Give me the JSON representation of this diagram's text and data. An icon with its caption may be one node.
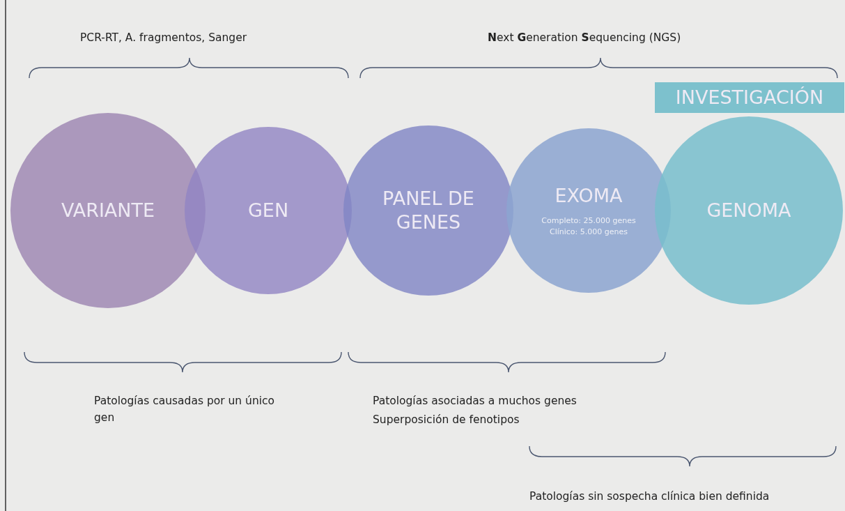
{
  "diagram": {
    "nodes": [
      {
        "text": [
          "VARIANTE"
        ]
      },
      {
        "text": [
          "GEN"
        ]
      },
      {
        "text": [
          "PANEL DE GENES"
        ]
      },
      {
        "text": [
          "EXOMA",
          "Completo: 25.000 genes",
          "Clínico: 5.000 genes"
        ]
      },
      {
        "text": [
          "GENOMA"
        ]
      },
      {
        "text": [
          "INVESTIGACIÓN"
        ]
      }
    ],
    "edges": [],
    "labels": [
      "PCR-RT, A. fragmentos, Sanger",
      "**N**ext **G**eneration **S**equencing (NGS)",
      "Patologías causadas por un único gen",
      "Patologías asociadas a muchos genes",
      "Superposición de fenotipos",
      "Patologías sin sospecha clínica bien definida"
    ]
  }
}
